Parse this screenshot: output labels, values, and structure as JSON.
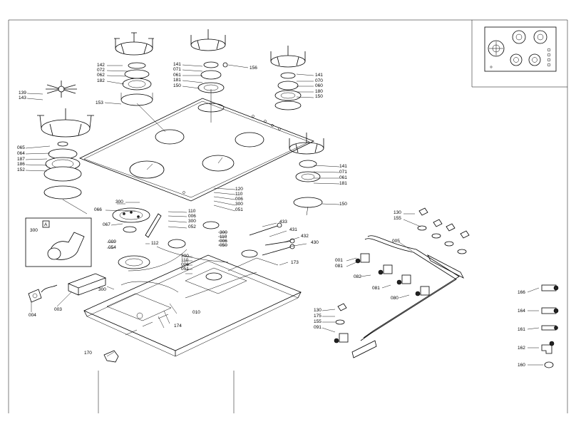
{
  "inset_label": "A",
  "inset_part_label": "300",
  "part_labels": [
    "142",
    "072",
    "062",
    "182",
    "153",
    "139",
    "143",
    "065",
    "064",
    "187",
    "186",
    "152",
    "141",
    "071",
    "061",
    "181",
    "150",
    "156",
    "141",
    "070",
    "060",
    "180",
    "150",
    "141",
    "071",
    "061",
    "181",
    "150",
    "120",
    "110",
    "006",
    "300",
    "051",
    "066",
    "300",
    "067",
    "009",
    "054",
    "110",
    "006",
    "300",
    "052",
    "112",
    "300",
    "110",
    "006",
    "050",
    "300",
    "110",
    "006",
    "051",
    "433",
    "431",
    "432",
    "430",
    "173",
    "300",
    "010",
    "174",
    "004",
    "003",
    "170",
    "130",
    "155",
    "005",
    "001",
    "081",
    "082",
    "081",
    "080",
    "130",
    "175",
    "155",
    "091",
    "166",
    "164",
    "161",
    "162",
    "160"
  ]
}
